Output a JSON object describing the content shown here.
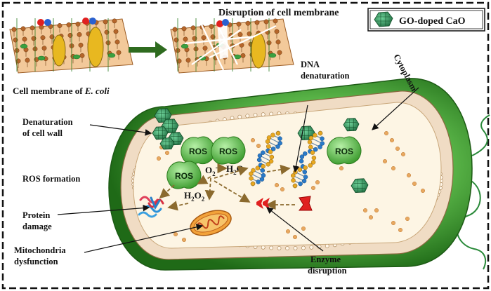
{
  "top": {
    "membrane_label_prefix": "Cell membrane of ",
    "membrane_label_species": "E. coli",
    "disruption_label": "Disruption of cell membrane"
  },
  "legend": {
    "label": "GO-doped CaO"
  },
  "labels": {
    "denaturation_cell_wall_1": "Denaturation",
    "denaturation_cell_wall_2": "of cell wall",
    "ros_formation": "ROS formation",
    "protein_damage_1": "Protein",
    "protein_damage_2": "damage",
    "mitochondria_1": "Mitochondria",
    "mitochondria_2": "dysfunction",
    "dna_1": "DNA",
    "dna_2": "denaturation",
    "cytoplasm": "Cytoplasm",
    "enzyme_1": "Enzyme",
    "enzyme_2": "disruption"
  },
  "ros": {
    "label": "ROS"
  },
  "chemistry": {
    "o2_base": "O",
    "o2_sub": "2",
    "o2_sup": "-",
    "h2o_h": "H",
    "h2o_sub": "2",
    "h2o_o": "O",
    "h2o2_h": "H",
    "h2o2_sub1": "2",
    "h2o2_o": "O",
    "h2o2_sub2": "2"
  },
  "colors": {
    "frame": "#111111",
    "cell_outer": "#3c9a2e",
    "cell_wall": "#f0dcc4",
    "cytoplasm": "#fdf5e4",
    "ros_fill": "#5ec04f",
    "arrow_brown": "#8b6a2e",
    "membrane_brown": "#b5652a",
    "nanoparticle": "#2f8f5a",
    "enzyme_red": "#e02020",
    "arrow_green": "#2e6b1f"
  }
}
